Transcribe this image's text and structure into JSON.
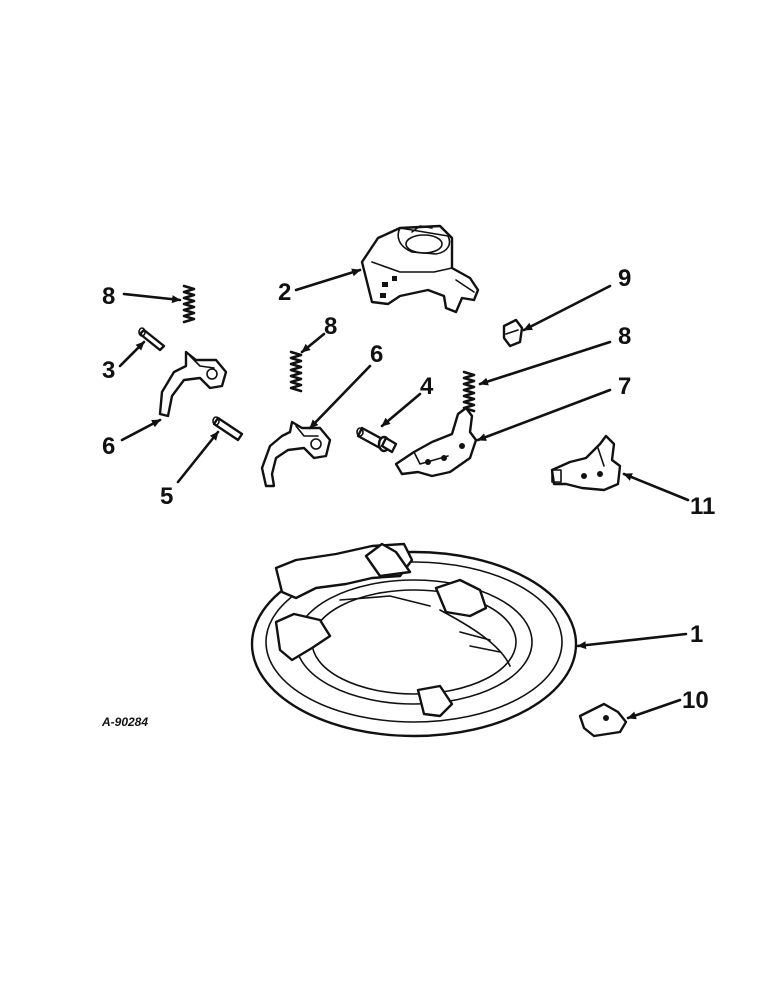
{
  "figure_id": "A-90284",
  "callouts": {
    "c1": "1",
    "c2": "2",
    "c3": "3",
    "c4": "4",
    "c5": "5",
    "c6a": "6",
    "c6b": "6",
    "c7": "7",
    "c8a": "8",
    "c8b": "8",
    "c8c": "8",
    "c9": "9",
    "c10": "10",
    "c11": "11"
  }
}
